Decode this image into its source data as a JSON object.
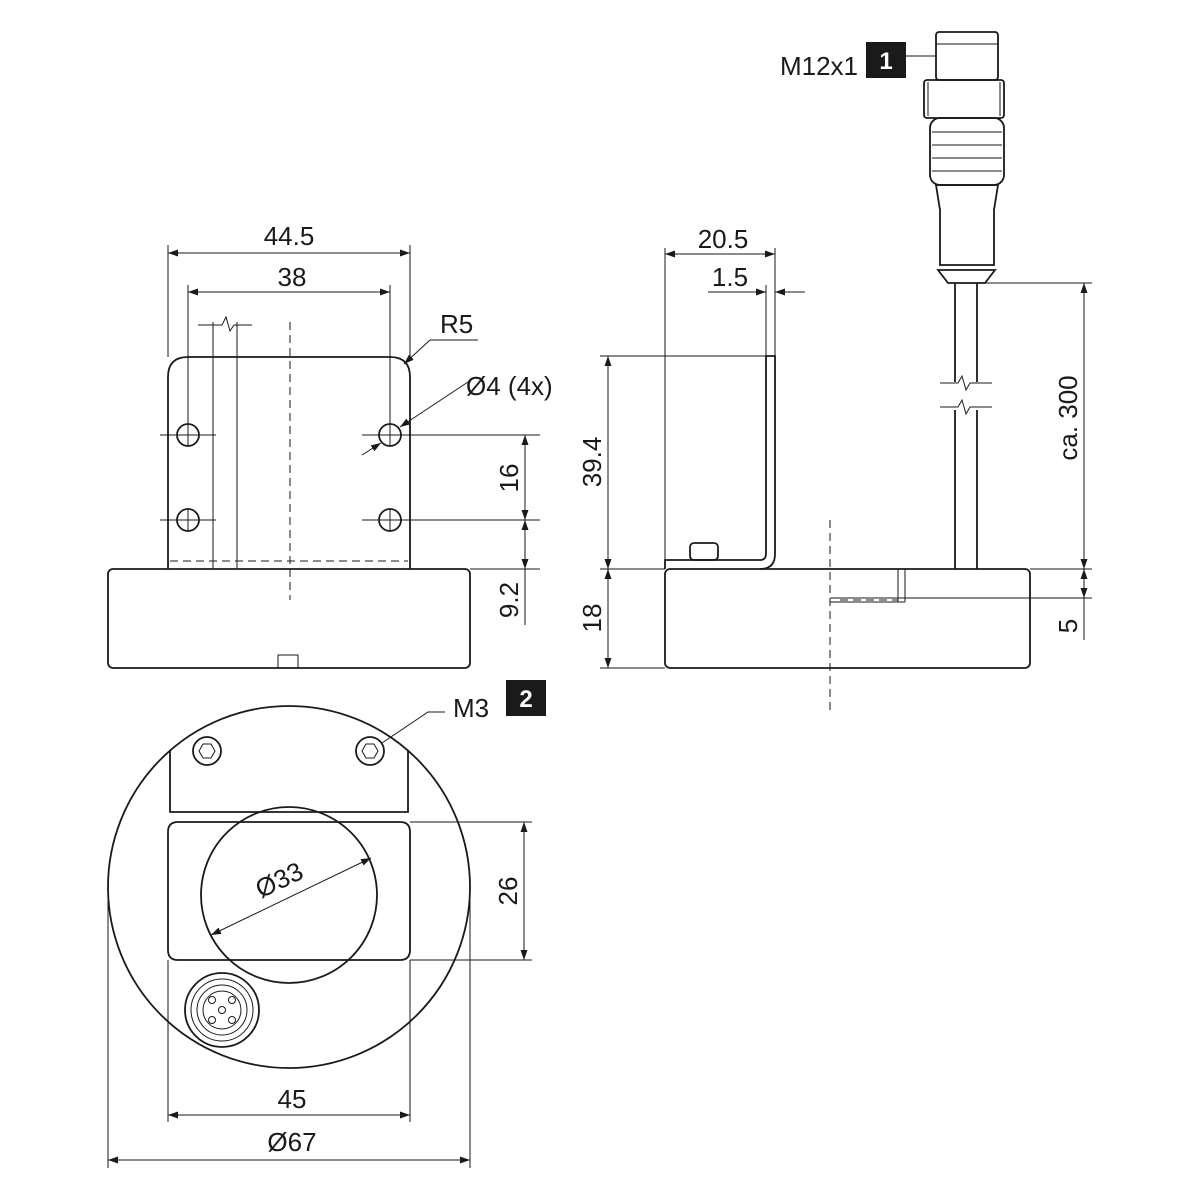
{
  "front_view": {
    "dim_width_outer": "44.5",
    "dim_width_holes": "38",
    "dim_radius": "R5",
    "dim_hole": "Ø4 (4x)",
    "dim_hole_spacing": "16",
    "dim_base_to_hole": "9.2"
  },
  "side_view": {
    "dim_depth": "20.5",
    "dim_thickness": "1.5",
    "dim_bracket_height": "39.4",
    "dim_base_height": "18",
    "dim_cable_length": "ca. 300",
    "dim_cable_offset": "5",
    "connector_thread": "M12x1",
    "callout_1": "1"
  },
  "top_view": {
    "dim_bore": "Ø33",
    "dim_slot_height": "26",
    "dim_slot_width": "45",
    "dim_outer_diameter": "Ø67",
    "screw_thread": "M3",
    "callout_2": "2"
  },
  "colors": {
    "line": "#1a1a1a",
    "badge": "#1a1a1a",
    "background": "#ffffff"
  },
  "icons": [
    "hex-socket-screw-icon",
    "m12-connector-icon",
    "break-line-icon"
  ]
}
